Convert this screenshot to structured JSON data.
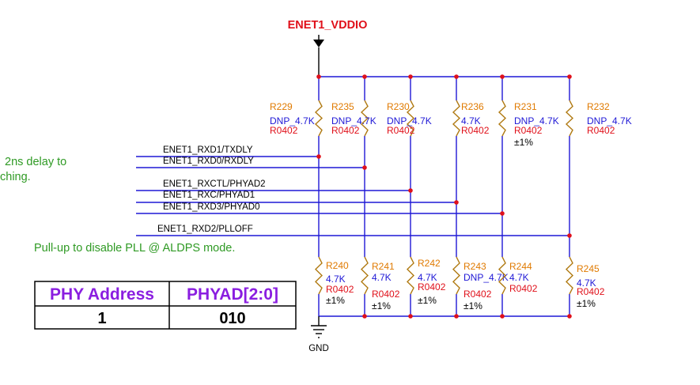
{
  "power": {
    "label": "ENET1_VDDIO"
  },
  "ground": {
    "label": "GND"
  },
  "colors": {
    "wire": "#1f18d6",
    "resistor": "#b07a12",
    "junction": "#e0101a",
    "power": "#e0101a",
    "ref": "#e07a00",
    "value": "#1f18d6",
    "footprint": "#e0101a",
    "note": "#2f9a24",
    "table_header": "#8a1ee0"
  },
  "notes": {
    "delay_line1": "2ns delay to",
    "delay_line2": "ching.",
    "pll": "Pull-up to disable PLL @ ALDPS mode."
  },
  "nets": [
    {
      "label": "ENET1_RXD1/TXDLY"
    },
    {
      "label": "ENET1_RXD0/RXDLY"
    },
    {
      "label": "ENET1_RXCTL/PHYAD2"
    },
    {
      "label": "ENET1_RXC/PHYAD1"
    },
    {
      "label": "ENET1_RXD3/PHYAD0"
    },
    {
      "label": "ENET1_RXD2/PLLOFF"
    }
  ],
  "top_resistors": [
    {
      "ref": "R229",
      "value": "DNP_4.7K",
      "footprint": "R0402",
      "tol": ""
    },
    {
      "ref": "R235",
      "value": "DNP_4.7K",
      "footprint": "R0402",
      "tol": ""
    },
    {
      "ref": "R230",
      "value": "DNP_4.7K",
      "footprint": "R0402",
      "tol": ""
    },
    {
      "ref": "R236",
      "value": "4.7K",
      "footprint": "R0402",
      "tol": ""
    },
    {
      "ref": "R231",
      "value": "DNP_4.7K",
      "footprint": "R0402",
      "tol": "±1%"
    },
    {
      "ref": "R232",
      "value": "DNP_4.7K",
      "footprint": "R0402",
      "tol": ""
    }
  ],
  "bottom_resistors": [
    {
      "ref": "R240",
      "value": "4.7K",
      "footprint": "R0402",
      "tol": "±1%"
    },
    {
      "ref": "R241",
      "value": "4.7K",
      "footprint": "R0402",
      "tol": "±1%"
    },
    {
      "ref": "R242",
      "value": "4.7K",
      "footprint": "R0402",
      "tol": "±1%"
    },
    {
      "ref": "R243",
      "value": "DNP_4.7K",
      "footprint": "R0402",
      "tol": "±1%"
    },
    {
      "ref": "R244",
      "value": "4.7K",
      "footprint": "R0402",
      "tol": ""
    },
    {
      "ref": "R245",
      "value": "4.7K",
      "footprint": "R0402",
      "tol": "±1%"
    }
  ],
  "table": {
    "headers": [
      "PHY Address",
      "PHYAD[2:0]"
    ],
    "rows": [
      [
        "1",
        "010"
      ]
    ]
  }
}
